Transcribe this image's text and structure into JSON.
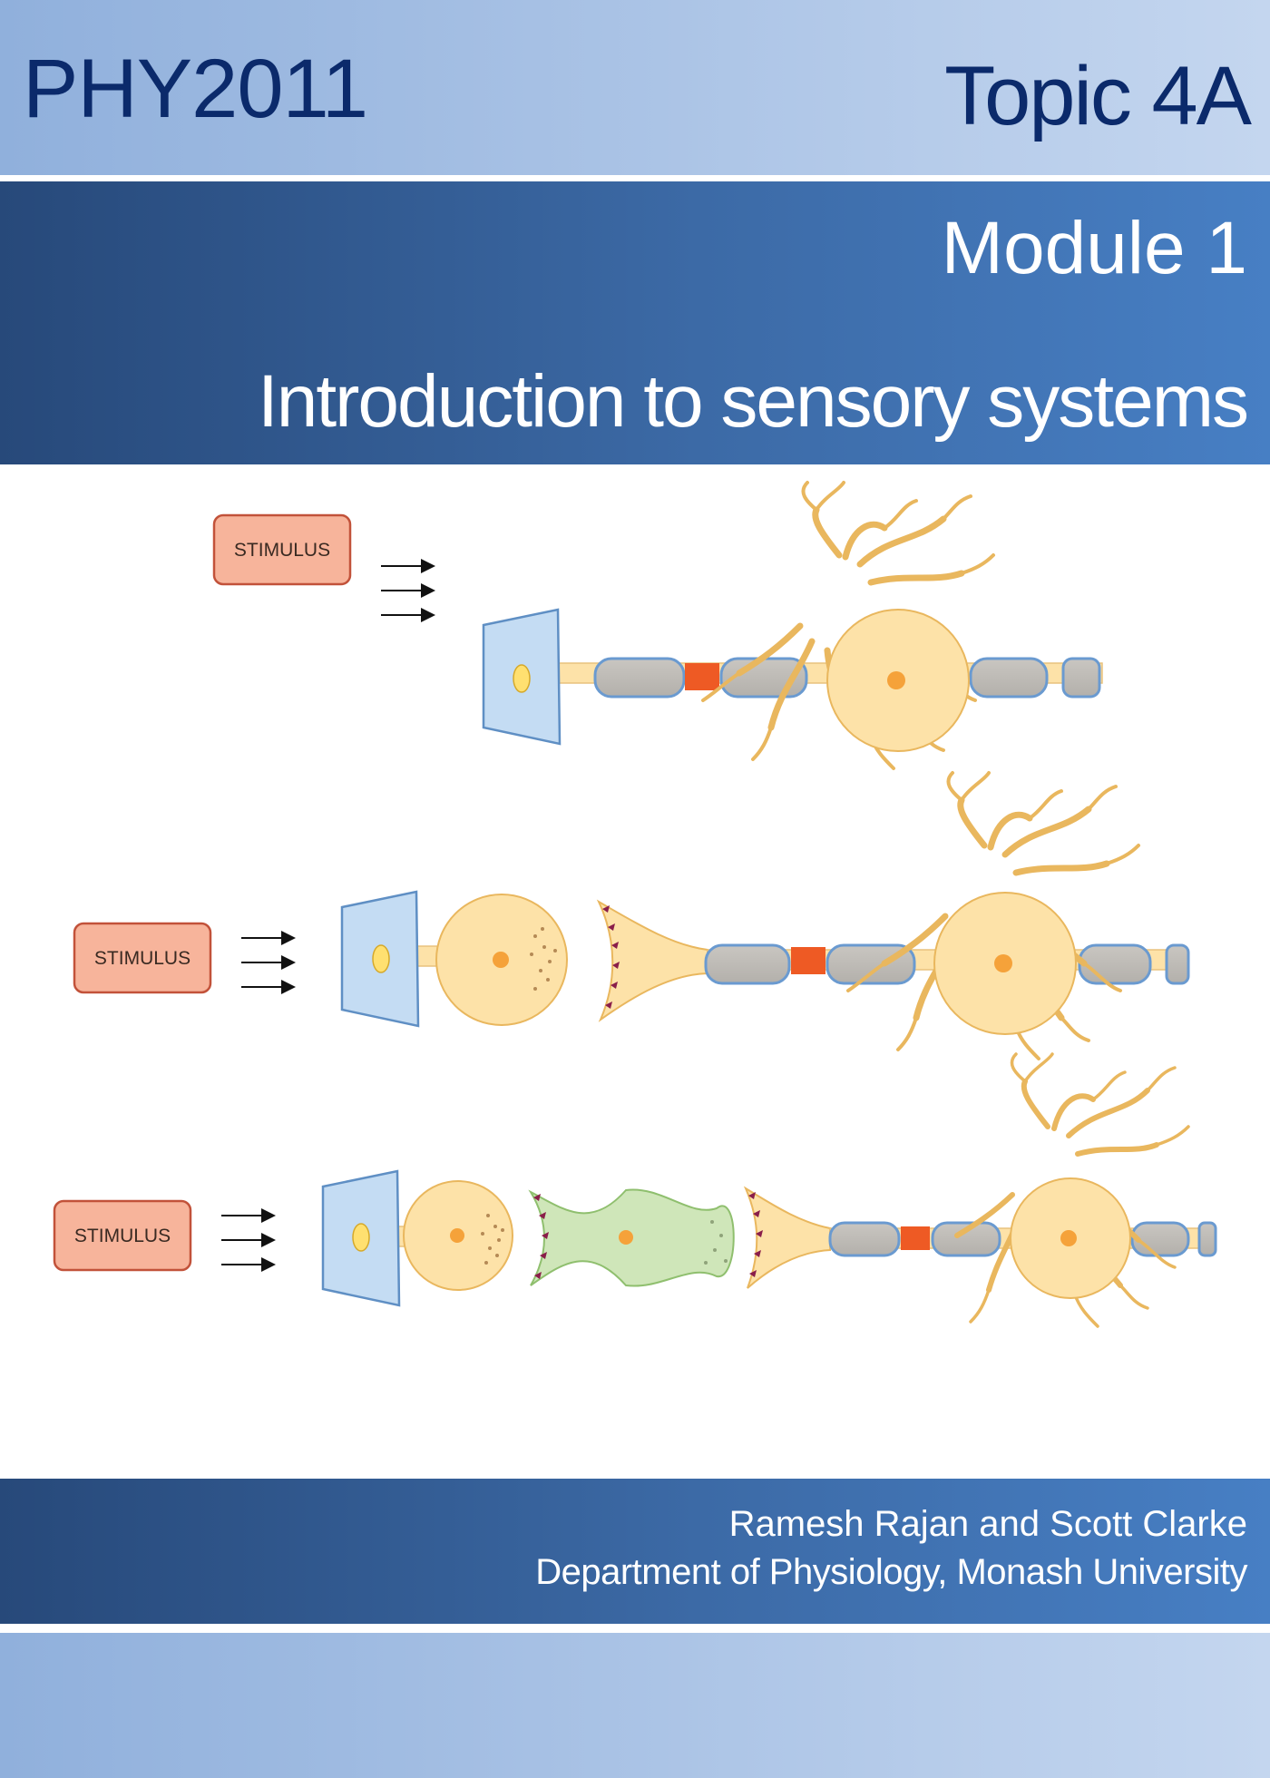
{
  "header": {
    "course_code": "PHY2011",
    "topic": "Topic 4A"
  },
  "title_block": {
    "module": "Module 1",
    "subject": "Introduction to sensory systems"
  },
  "figure": {
    "stimulus_labels": [
      "STIMULUS",
      "STIMULUS",
      "STIMULUS"
    ]
  },
  "credits": {
    "authors": "Ramesh Rajan and Scott Clarke",
    "department": "Department of Physiology, Monash University"
  },
  "colors": {
    "header_text": "#0b2a6b",
    "title_band": "#3c6aa6",
    "light_band": "#a9c2e6",
    "stimulus_fill": "#f7b49b",
    "neuron_fill": "#fde2a8",
    "receptor_fill": "#c4dcf3",
    "node_of_ranvier": "#ee5a24",
    "interneuron_fill": "#cfe6b9"
  }
}
